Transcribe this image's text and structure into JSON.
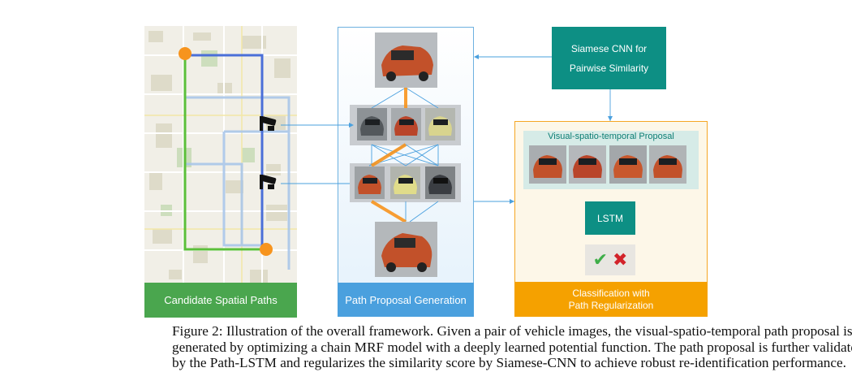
{
  "panels": {
    "map_label": "Candidate Spatial Paths",
    "proposal_label": "Path Proposal Generation",
    "siamese_line1": "Siamese CNN for",
    "siamese_line2": "Pairwise Similarity",
    "vst_title": "Visual-spatio-temporal Proposal",
    "lstm_label": "LSTM",
    "class_line1": "Classification with",
    "class_line2": "Path Regularization",
    "result_accept": "✔",
    "result_reject": "✖"
  },
  "caption": {
    "line1": "Figure 2:  Illustration of the overall framework.  Given a pair of vehicle images, the visual-spatio-temporal path proposal is",
    "line2": "generated by optimizing a chain MRF model with a deeply learned potential function. The path proposal is further validated",
    "line3": "by the Path-LSTM and regularizes the similarity score by Siamese-CNN to achieve robust re-identification performance."
  },
  "colors": {
    "green": "#4aa64e",
    "blue": "#4aa0de",
    "teal": "#0d8f84",
    "orange": "#f5a100",
    "path_blue": "#4a6fd8",
    "path_green": "#5bbf3a",
    "marker_orange": "#f7941d"
  },
  "icons": {
    "camera": "cctv-camera-icon",
    "start": "start-marker-icon",
    "end": "end-marker-icon"
  }
}
